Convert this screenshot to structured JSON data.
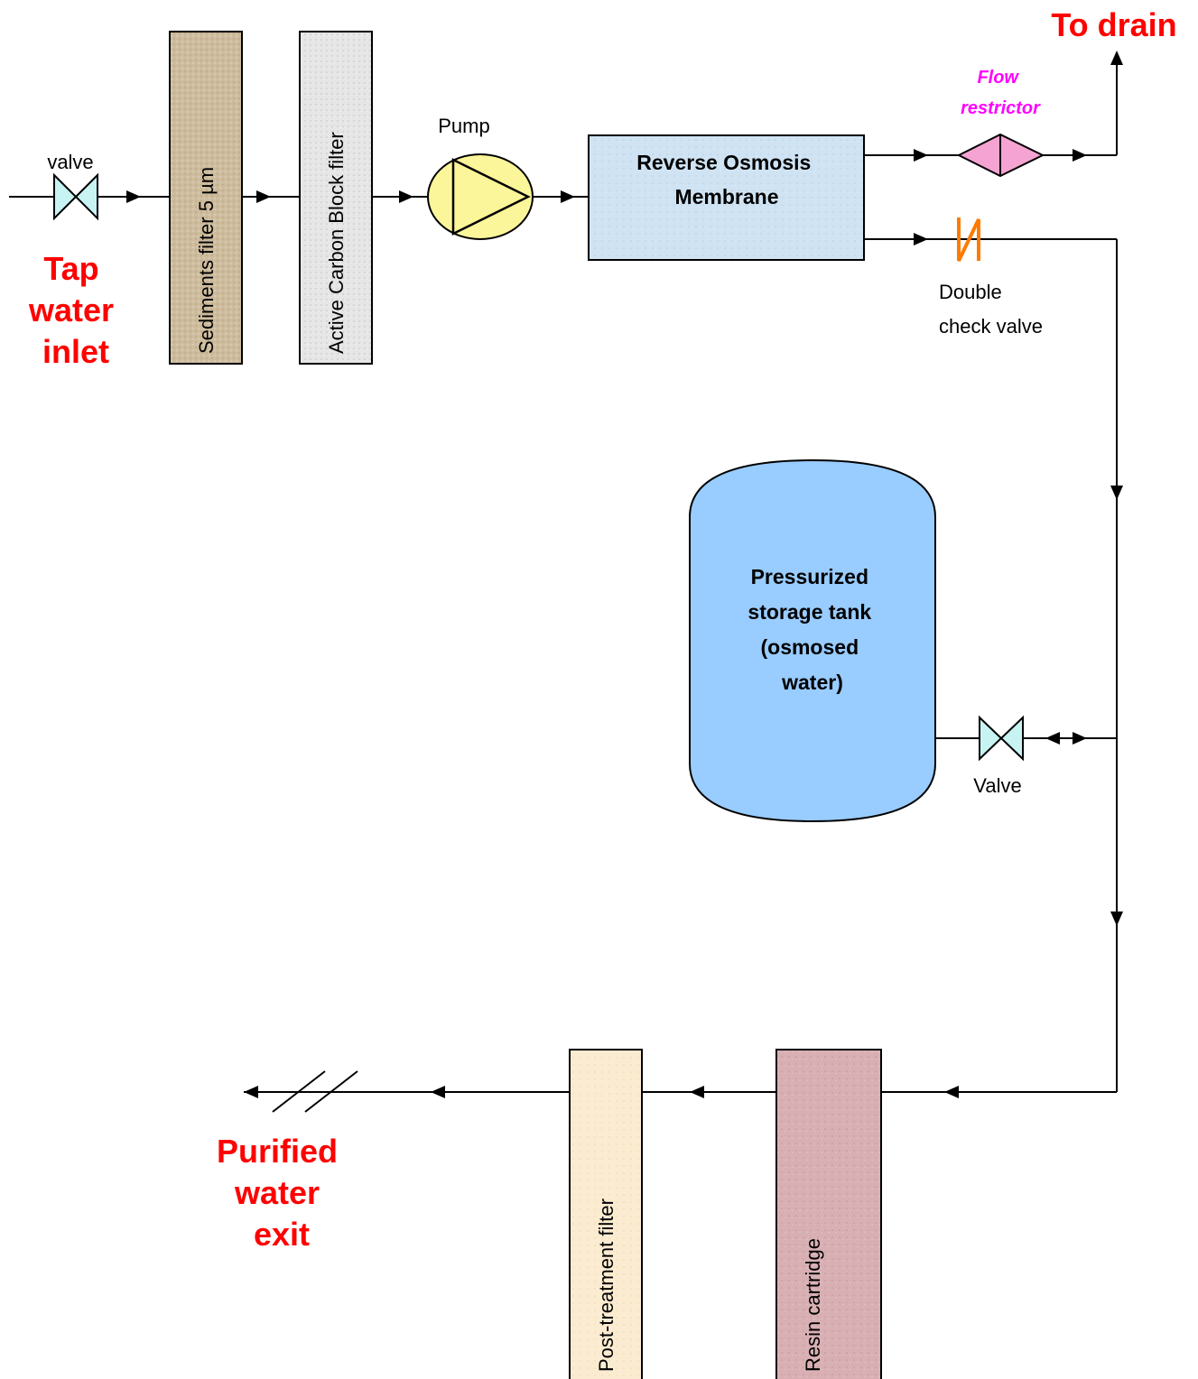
{
  "labels": {
    "tap_water_inlet": [
      "Tap",
      "water",
      "inlet"
    ],
    "inlet_valve": "valve",
    "sediments_filter": "Sediments filter 5 µm",
    "carbon_filter": "Active Carbon Block filter",
    "pump": "Pump",
    "ro_membrane": [
      "Reverse Osmosis",
      "Membrane"
    ],
    "flow_restrictor": [
      "Flow",
      "restrictor"
    ],
    "to_drain": "To drain",
    "double_check_valve": [
      "Double",
      "check valve"
    ],
    "storage_tank": [
      "Pressurized",
      "storage tank",
      "(osmosed",
      "water)"
    ],
    "tank_valve": "Valve",
    "resin_cartridge": "Resin cartridge",
    "post_treatment_filter": "Post-treatment filter",
    "purified_water_exit": [
      "Purified",
      "water",
      "exit"
    ]
  },
  "colors": {
    "label_red": "#ff0000",
    "flow_restrictor_text": "#ff00ff",
    "flow_restrictor_fill": "#f5a3d3",
    "sediments_filter": "#cdbc9d",
    "carbon_filter": "#e6e6e6",
    "pump": "#fbf69a",
    "ro_membrane": "#cfe3f3",
    "check_valve": "#ff7a00",
    "valve": "#c7f3f3",
    "storage_tank": "#99ccff",
    "resin_cartridge": "#d8b0b4",
    "post_treatment_filter": "#fbecd1"
  }
}
